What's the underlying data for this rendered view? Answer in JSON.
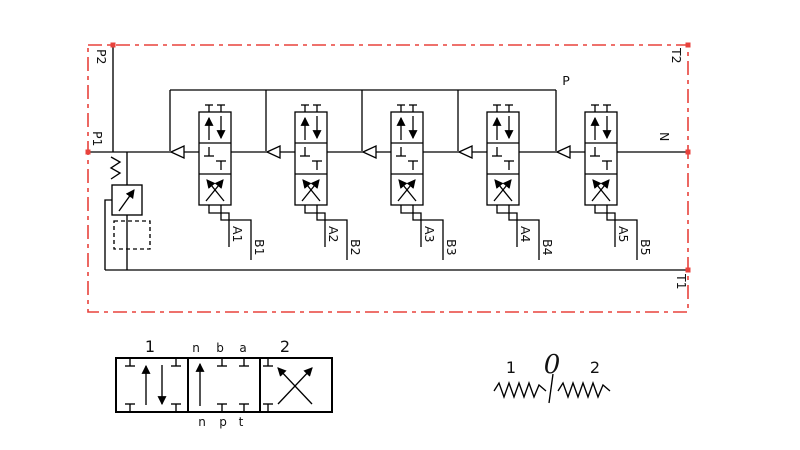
{
  "colors": {
    "boundary_red": "#e8423c",
    "line_black": "#000000"
  },
  "schematic": {
    "ports": {
      "p2": "P2",
      "t2": "T2",
      "p1": "P1",
      "n": "N",
      "p": "P",
      "t1": "T1"
    },
    "sections": [
      {
        "a": "A1",
        "b": "B1"
      },
      {
        "a": "A2",
        "b": "B2"
      },
      {
        "a": "A3",
        "b": "B3"
      },
      {
        "a": "A4",
        "b": "B4"
      },
      {
        "a": "A5",
        "b": "B5"
      }
    ]
  },
  "spool_legend": {
    "position_1": "1",
    "position_2": "2",
    "top_row": [
      "n",
      "b",
      "a"
    ],
    "bottom_row": [
      "n",
      "p",
      "t"
    ]
  },
  "spring_legend": {
    "position_1": "1",
    "neutral": "0",
    "position_2": "2"
  }
}
